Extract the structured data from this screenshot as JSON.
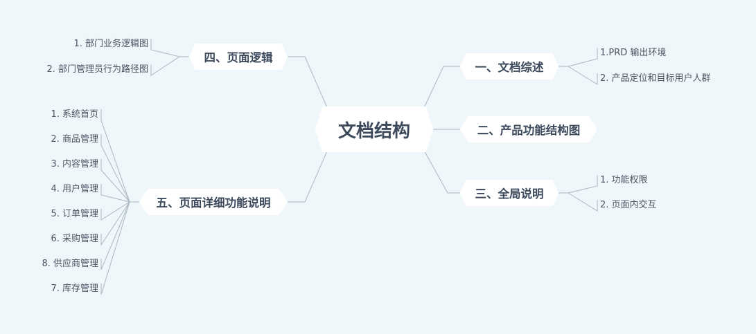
{
  "diagram": {
    "root": {
      "label": "文档结构"
    },
    "branches": [
      {
        "id": "b1",
        "label": "一、文档综述",
        "children": [
          "1.PRD 输出环境",
          "2. 产品定位和目标用户人群"
        ]
      },
      {
        "id": "b2",
        "label": "二、产品功能结构图",
        "children": []
      },
      {
        "id": "b3",
        "label": "三、全局说明",
        "children": [
          "1. 功能权限",
          "2. 页面内交互"
        ]
      },
      {
        "id": "b4",
        "label": "四、页面逻辑",
        "children": [
          "1. 部门业务逻辑图",
          "2. 部门管理员行为路径图"
        ]
      },
      {
        "id": "b5",
        "label": "五、页面详细功能说明",
        "children": [
          "1. 系统首页",
          "2. 商品管理",
          "3. 内容管理",
          "4. 用户管理",
          "5. 订单管理",
          "6. 采购管理",
          "8. 供应商管理",
          "7. 库存管理"
        ]
      }
    ]
  },
  "colors": {
    "background": "#eff7fb",
    "node_fill": "#ffffff",
    "node_text": "#3d4a5c",
    "leaf_text": "#4b5563",
    "connector": "#a9b6c2"
  }
}
